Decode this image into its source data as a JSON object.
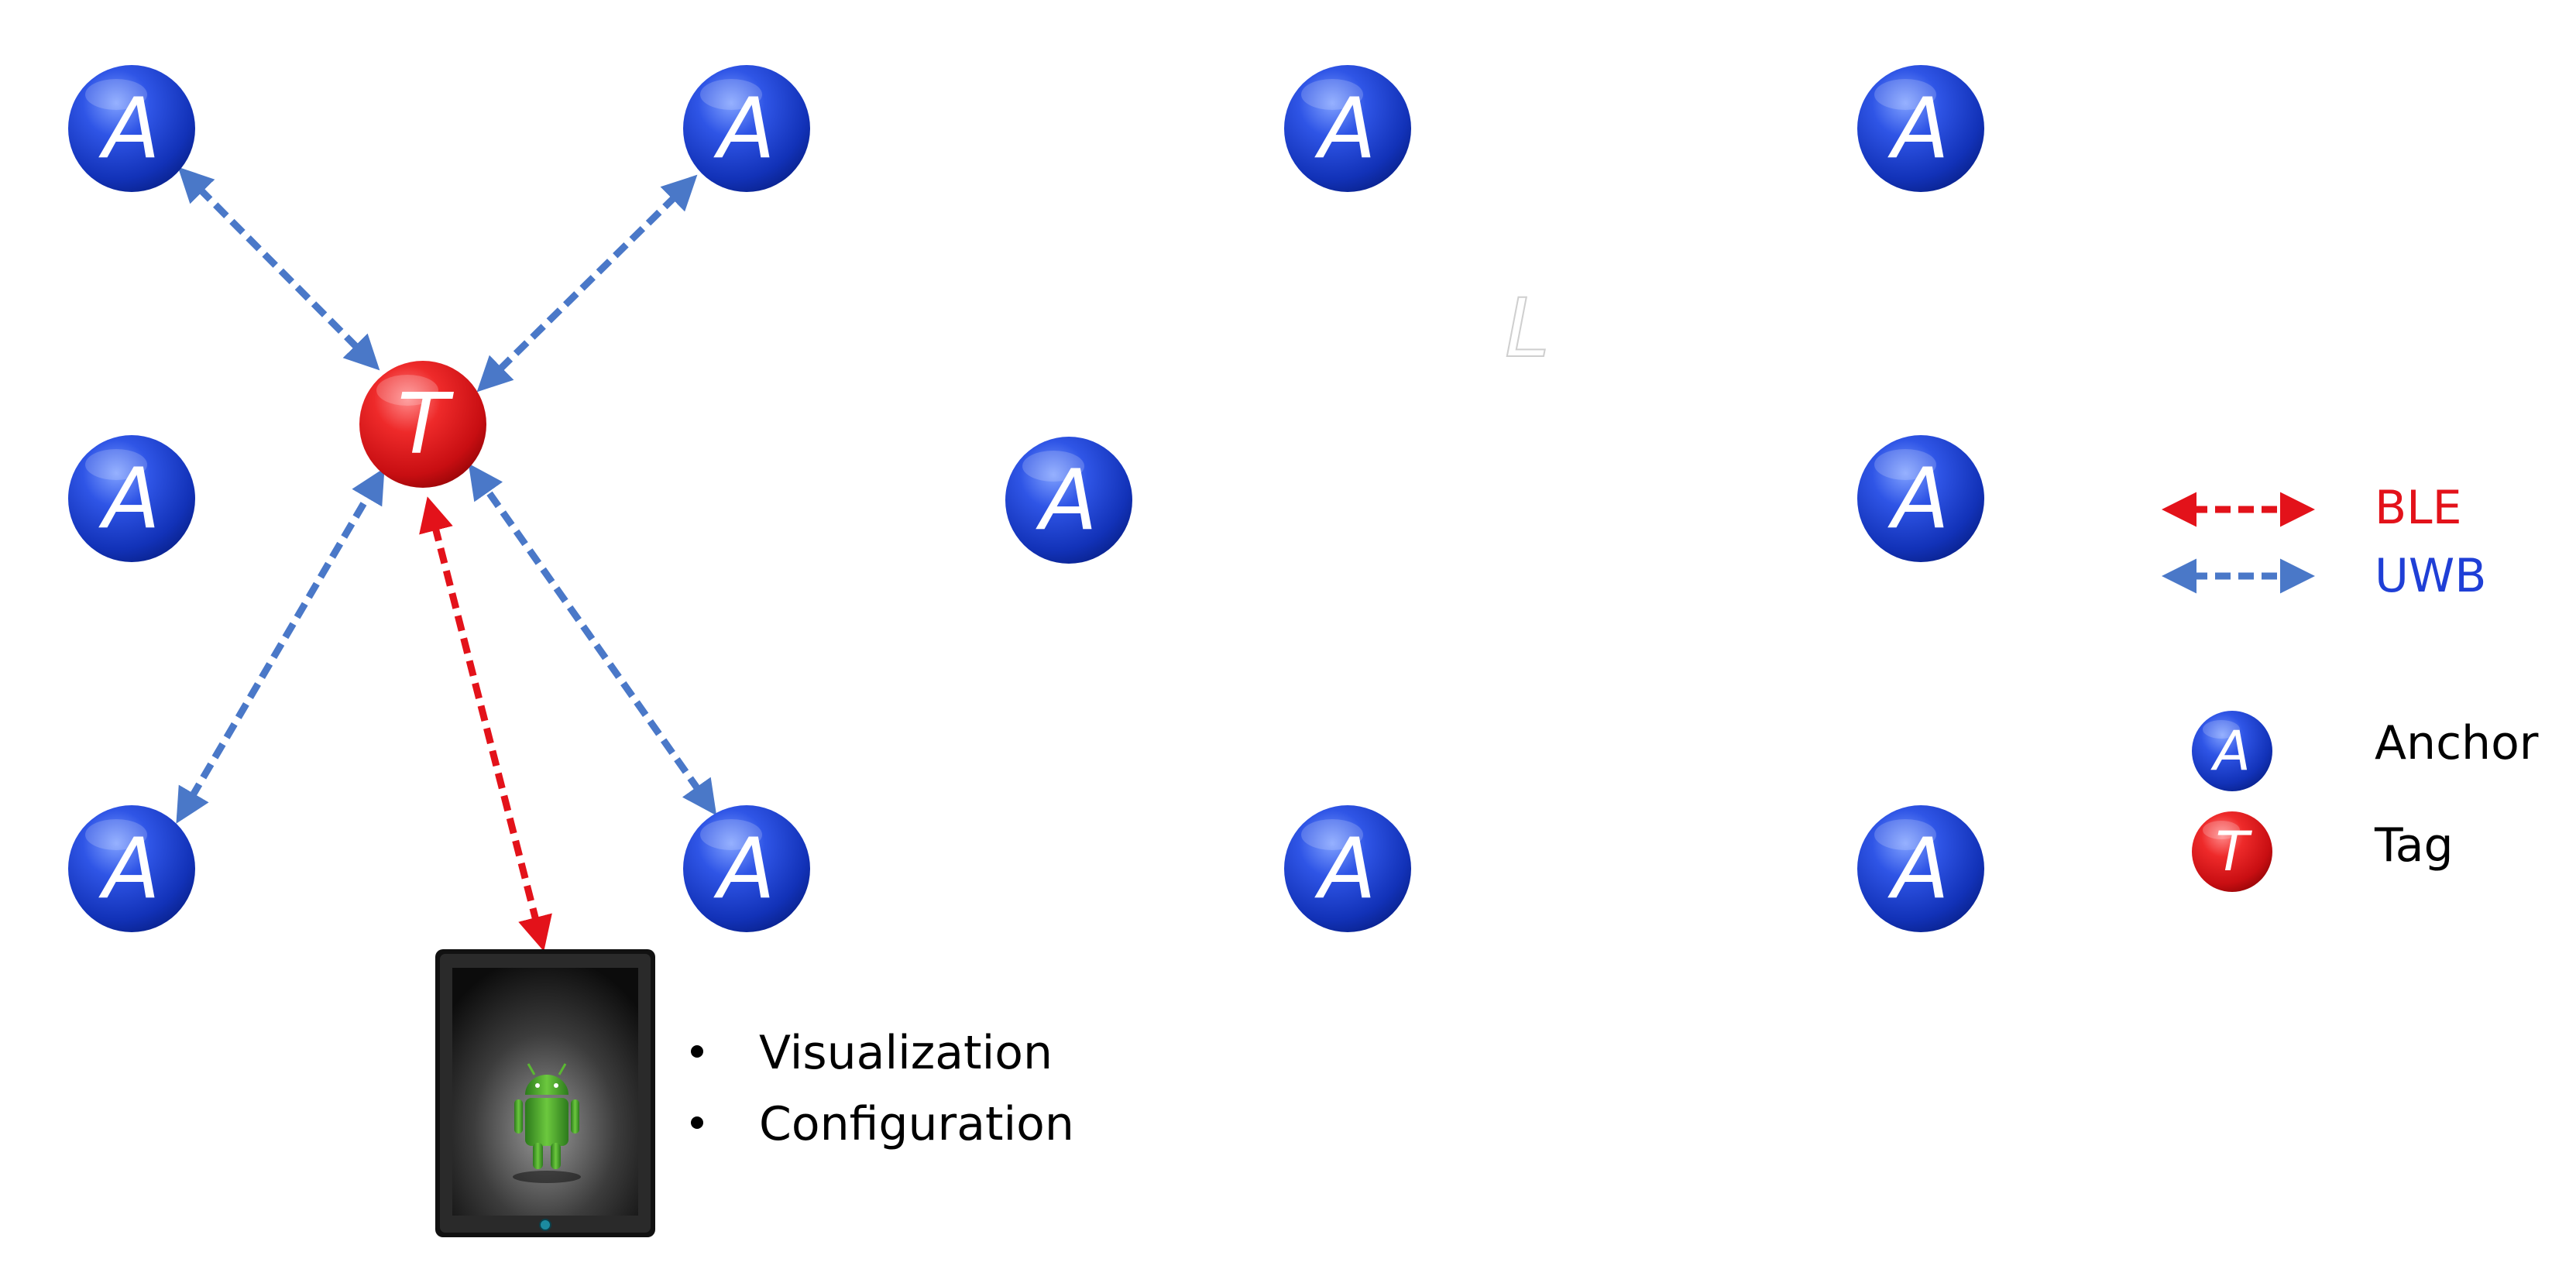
{
  "colors": {
    "anchor": "#1e3fc4",
    "tag": "#d9141a",
    "uwb_arrow": "#4a78c8",
    "ble_arrow": "#e3121a",
    "ble_text": "#e3121a",
    "uwb_text": "#1f3fd6",
    "text": "#000000"
  },
  "node_labels": {
    "anchor": "A",
    "tag": "T"
  },
  "center_mark": "L",
  "device": {
    "bullets": [
      "Visualization",
      "Configuration"
    ]
  },
  "legend": {
    "ble": "BLE",
    "uwb": "UWB",
    "anchor": "Anchor",
    "tag": "Tag"
  }
}
